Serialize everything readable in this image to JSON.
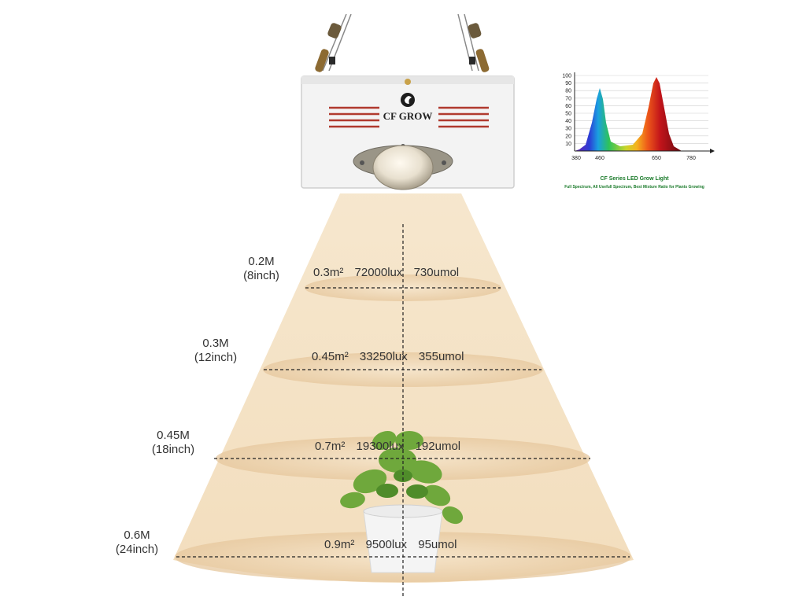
{
  "product": {
    "brand_label": "CF GROW"
  },
  "distances": [
    {
      "metric": "0.2M",
      "imperial": "(8inch)",
      "area": "0.3m²",
      "lux": "72000lux",
      "ppfd": "730umol"
    },
    {
      "metric": "0.3M",
      "imperial": "(12inch)",
      "area": "0.45m²",
      "lux": "33250lux",
      "ppfd": "355umol"
    },
    {
      "metric": "0.45M",
      "imperial": "(18inch)",
      "area": "0.7m²",
      "lux": "19300lux",
      "ppfd": "192umol"
    },
    {
      "metric": "0.6M",
      "imperial": "(24inch)",
      "area": "0.9m²",
      "lux": "9500lux",
      "ppfd": "95umol"
    }
  ],
  "spectrum_chart": {
    "title": "CF Series LED Grow Light",
    "subtitle": "Full Spectrum, All Usefull Spectrum, Best Mixture Ratio for Plants Growing",
    "y_ticks": [
      "100",
      "90",
      "80",
      "70",
      "60",
      "50",
      "40",
      "30",
      "20",
      "10"
    ],
    "x_ticks": [
      "380",
      "460",
      "650",
      "780"
    ]
  },
  "colors": {
    "light_cone": "#f1dcbd",
    "light_ring": "#e9cca4",
    "fixture_body": "#f3f3f3",
    "vent_red": "#c0392b"
  }
}
